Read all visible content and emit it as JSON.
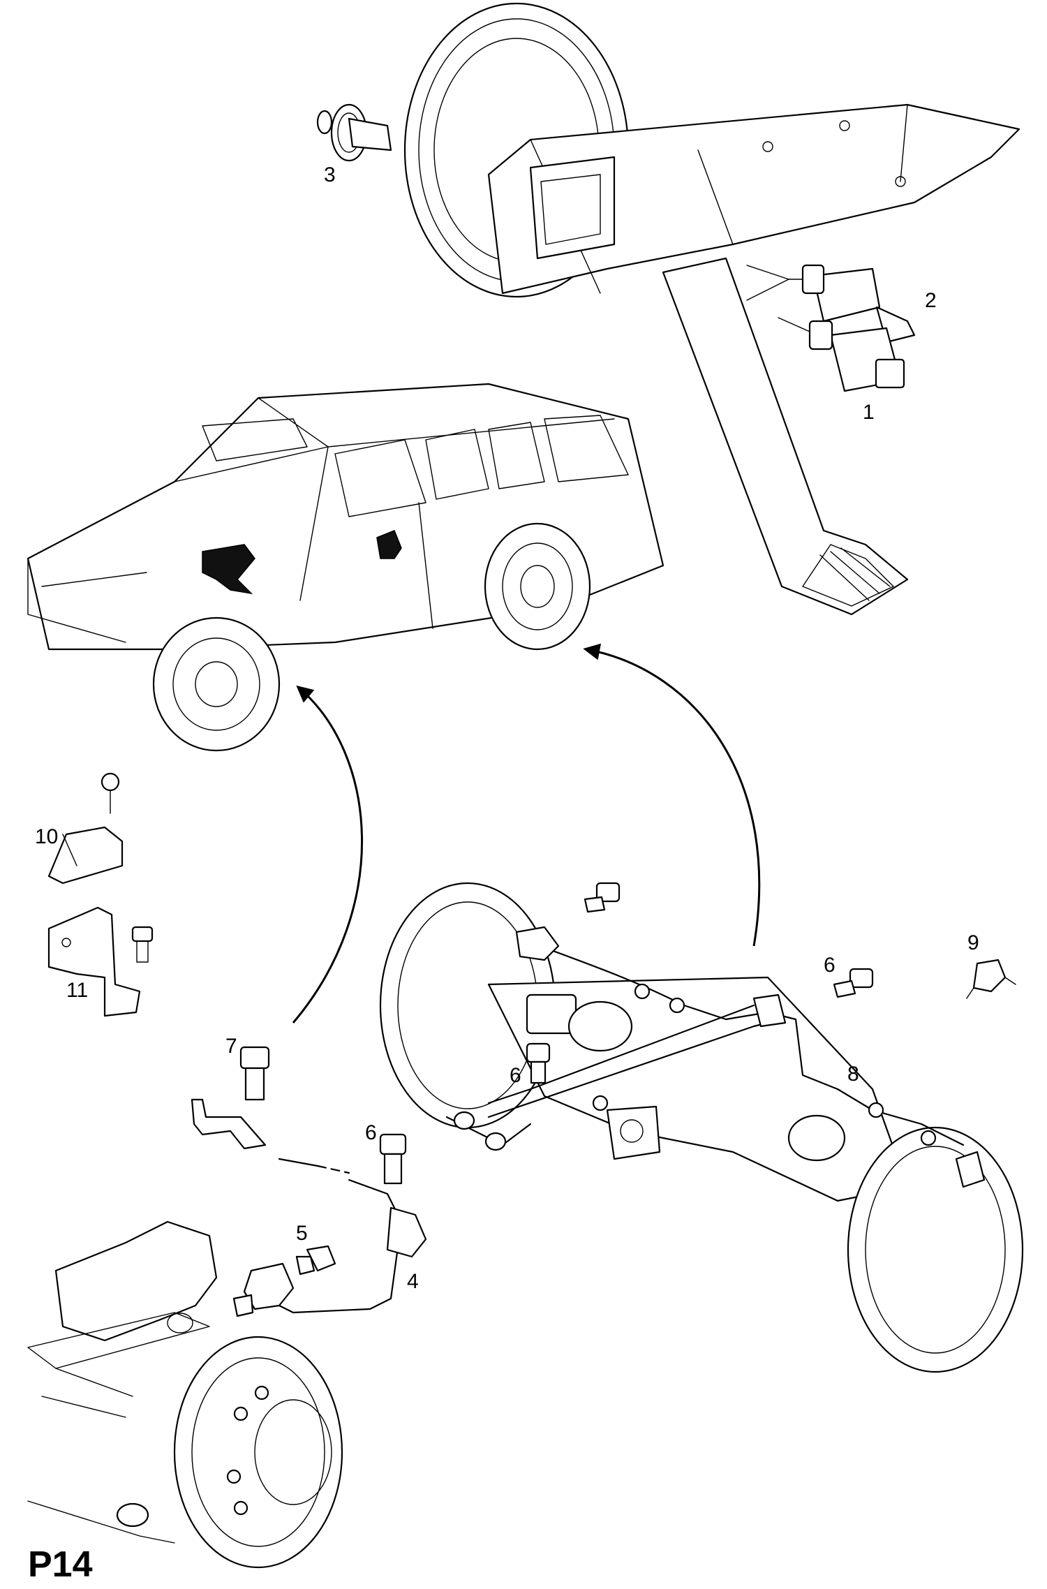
{
  "diagram_label": "P14",
  "callouts": {
    "c1": "1",
    "c2": "2",
    "c3": "3",
    "c4": "4",
    "c5": "5",
    "c6a": "6",
    "c6b": "6",
    "c6c": "6",
    "c7": "7",
    "c8": "8",
    "c9": "9",
    "c10": "10",
    "c11": "11"
  }
}
